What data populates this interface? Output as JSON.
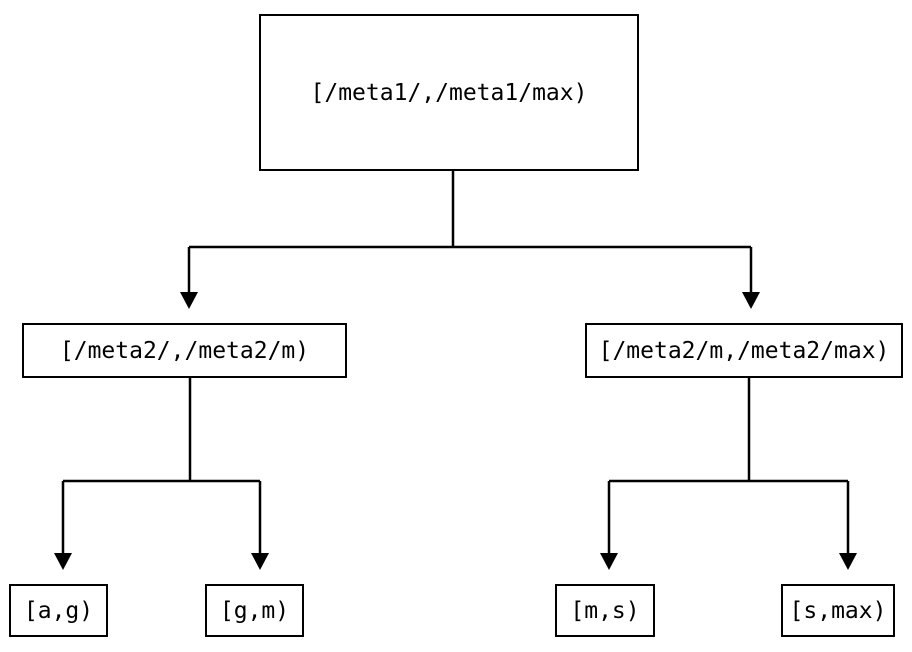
{
  "diagram": {
    "title": "interval-partition-tree",
    "colors": {
      "background": "#ffffff",
      "line": "#000000",
      "text": "#000000"
    },
    "root": {
      "label": "[/meta1/,/meta1/max)"
    },
    "level2": {
      "left": {
        "label": "[/meta2/,/meta2/m)"
      },
      "right": {
        "label": "[/meta2/m,/meta2/max)"
      }
    },
    "leaves": {
      "ag": {
        "label": "[a,g)"
      },
      "gm": {
        "label": "[g,m)"
      },
      "ms": {
        "label": "[m,s)"
      },
      "smax": {
        "label": "[s,max)"
      }
    },
    "edges": [
      {
        "from": "root",
        "to": "level2.left"
      },
      {
        "from": "root",
        "to": "level2.right"
      },
      {
        "from": "level2.left",
        "to": "leaves.ag"
      },
      {
        "from": "level2.left",
        "to": "leaves.gm"
      },
      {
        "from": "level2.right",
        "to": "leaves.ms"
      },
      {
        "from": "level2.right",
        "to": "leaves.smax"
      }
    ]
  }
}
